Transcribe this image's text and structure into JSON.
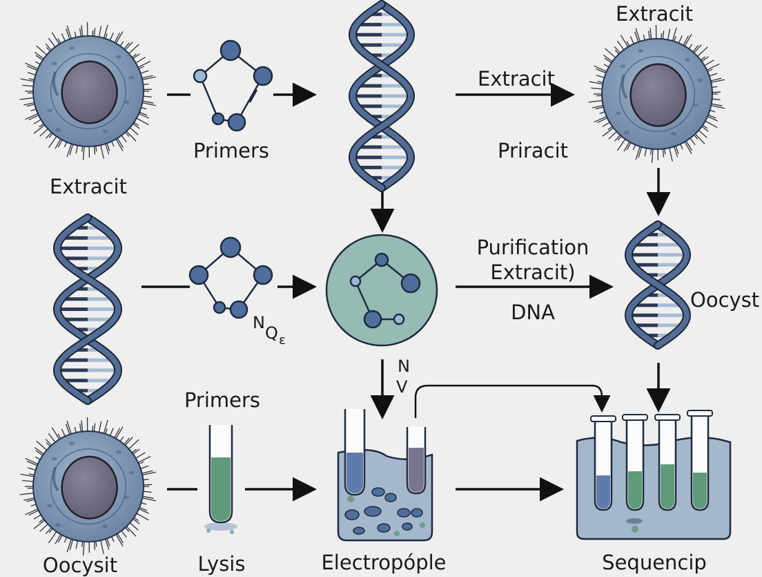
{
  "labels": {
    "extracit_top_right": "Extracit",
    "extracit_arrow": "Extracit",
    "primers_top": "Primers",
    "priracit": "Priracit",
    "extracit_left": "Extracit",
    "purification": "Purification",
    "purification_extracit": "Extracit)",
    "dna": "DNA",
    "oocyst": "Oocyst",
    "nq_n": "N",
    "nq_q": "Q",
    "nq_sub": "ε",
    "nv_n": "N",
    "nv_v": "V",
    "primers_bottom": "Primers",
    "oocysit": "Oocysit",
    "lysis": "Lysis",
    "electrophople": "Electropóple",
    "sequencip": "Sequencip"
  },
  "colors": {
    "background": "#efefef",
    "cell_body": "#7f98b4",
    "cell_nucleus": "#756f85",
    "dna_strand": "#536d95",
    "dna_rung_dark": "#2e3a55",
    "dna_rung_light": "#a6bbd4",
    "bead": "#4f6e9c",
    "bead_light": "#9ab8d6",
    "sample_circle": "#95bbb4",
    "tube_blue": "#5e7bab",
    "tube_green": "#5f9a7a",
    "tube_purple": "#7b7490",
    "tray_liquid": "#a5b7cc",
    "arrow": "#111111"
  }
}
